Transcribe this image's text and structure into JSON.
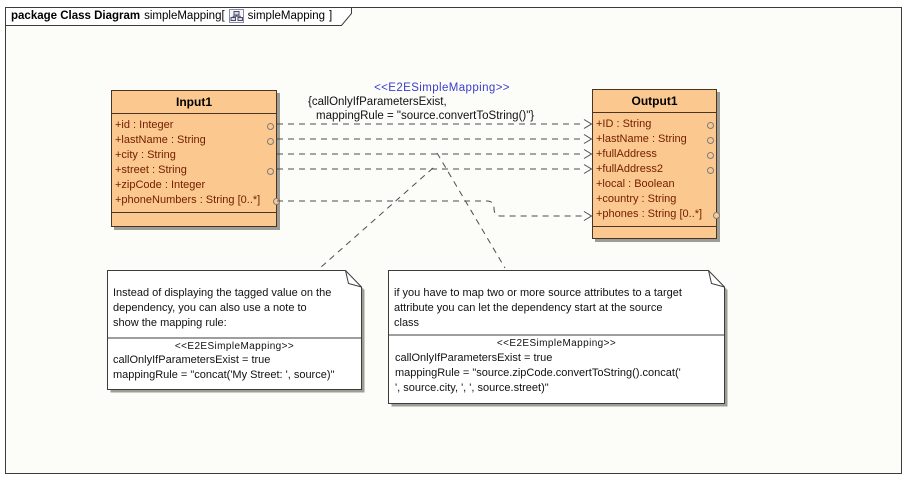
{
  "colors": {
    "frame_bg": "#fcfdf9",
    "line_dark": "#3c3c3c",
    "class_fill": "#fbc890",
    "class_border": "#4a3426",
    "attr_text": "#742000",
    "stereotype_blue": "#3c3ccc",
    "shadow": "#9d9d95",
    "dash": "#4d4d4d",
    "note_bg": "#ffffff",
    "text_black": "#111111"
  },
  "tab": {
    "kind_label": "package Class Diagram",
    "context_name": "simpleMapping[",
    "icon": "class-diagram-icon",
    "diagram_name": "simpleMapping",
    "close_bracket": "]"
  },
  "dependency_label": {
    "stereotype": "<<E2ESimpleMapping>>",
    "tags_line1": "{callOnlyIfParametersExist,",
    "tags_line2": "mappingRule = \"source.convertToString()\"}"
  },
  "input_class": {
    "name": "Input1",
    "attributes": [
      {
        "text": "+id : Integer",
        "port": true
      },
      {
        "text": "+lastName : String",
        "port": true
      },
      {
        "text": "+city : String",
        "port": false
      },
      {
        "text": "+street : String",
        "port": true
      },
      {
        "text": "+zipCode : Integer",
        "port": false
      },
      {
        "text": "+phoneNumbers : String [0..*]",
        "port": true
      }
    ]
  },
  "output_class": {
    "name": "Output1",
    "attributes": [
      {
        "text": "+ID : String",
        "port": true,
        "incoming_arrow": true
      },
      {
        "text": "+lastName : String",
        "port": true,
        "incoming_arrow": true
      },
      {
        "text": "+fullAddress",
        "port": true,
        "incoming_arrow": true
      },
      {
        "text": "+fullAddress2",
        "port": true,
        "incoming_arrow": true
      },
      {
        "text": "+local : Boolean",
        "port": false,
        "incoming_arrow": false
      },
      {
        "text": "+country : String",
        "port": false,
        "incoming_arrow": false
      },
      {
        "text": "+phones : String [0..*]",
        "port": true,
        "incoming_arrow": true
      }
    ]
  },
  "note_left": {
    "body": [
      "Instead of displaying the tagged value on the",
      "dependency, you can also use a note to",
      "show the mapping rule:"
    ],
    "stereotype": "<<E2ESimpleMapping>>",
    "tags": [
      "callOnlyIfParametersExist = true",
      "mappingRule = \"concat('My Street: ', source)\""
    ]
  },
  "note_right": {
    "body": [
      "if you have to map two or more source attributes to a target",
      "attribute you can let the dependency start at the source",
      "class"
    ],
    "stereotype": "<<E2ESimpleMapping>>",
    "tags": [
      "callOnlyIfParametersExist = true",
      "mappingRule = \"source.zipCode.convertToString().concat('",
      "', source.city, ', ', source.street)\""
    ]
  }
}
